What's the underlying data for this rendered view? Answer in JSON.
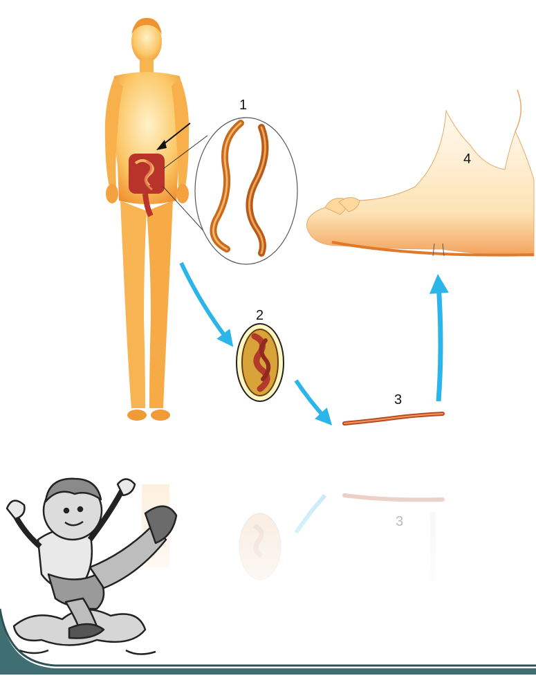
{
  "labels": {
    "adult_worm": "1",
    "egg": "2",
    "larva": "3",
    "foot": "4",
    "larva_reflection": "3"
  },
  "colors": {
    "skin": "#f6a640",
    "skin_light": "#fde2a8",
    "intestine": "#c0392b",
    "worm": "#c86a1e",
    "arrow_blue": "#2cb5e8",
    "border_teal": "#3f6f72",
    "cartoon_gray": "#8a8a8a"
  },
  "icons": {
    "human": "human-body-icon",
    "cartoon": "cartoon-boy-icon"
  }
}
